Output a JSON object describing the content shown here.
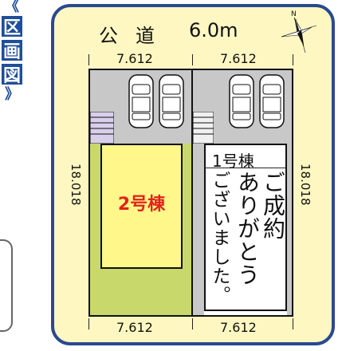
{
  "side_label": {
    "open_bracket": "《",
    "chars": [
      "区",
      "画",
      "図"
    ],
    "close_bracket": "》"
  },
  "road": {
    "name": "公道",
    "width": "6.0m"
  },
  "compass": {
    "north": "N"
  },
  "dimensions": {
    "top_left": "7.612",
    "top_right": "7.612",
    "bottom_left": "7.612",
    "bottom_right": "7.612",
    "left_depth": "18.018",
    "right_depth": "18.018"
  },
  "lots": {
    "lot2": {
      "label": "2号棟"
    },
    "lot1": {
      "label": "1号棟",
      "status_lines": [
        "ご成約",
        "ありがとう",
        "ございました。"
      ]
    }
  },
  "colors": {
    "frame_border": "#2a4a8f",
    "frame_fill": "#fff7c2",
    "lot2_yard": "#c8d86a",
    "lot2_house": "#fff78a",
    "lot2_label": "#e2231a",
    "side_label": "#1f4e9a"
  }
}
